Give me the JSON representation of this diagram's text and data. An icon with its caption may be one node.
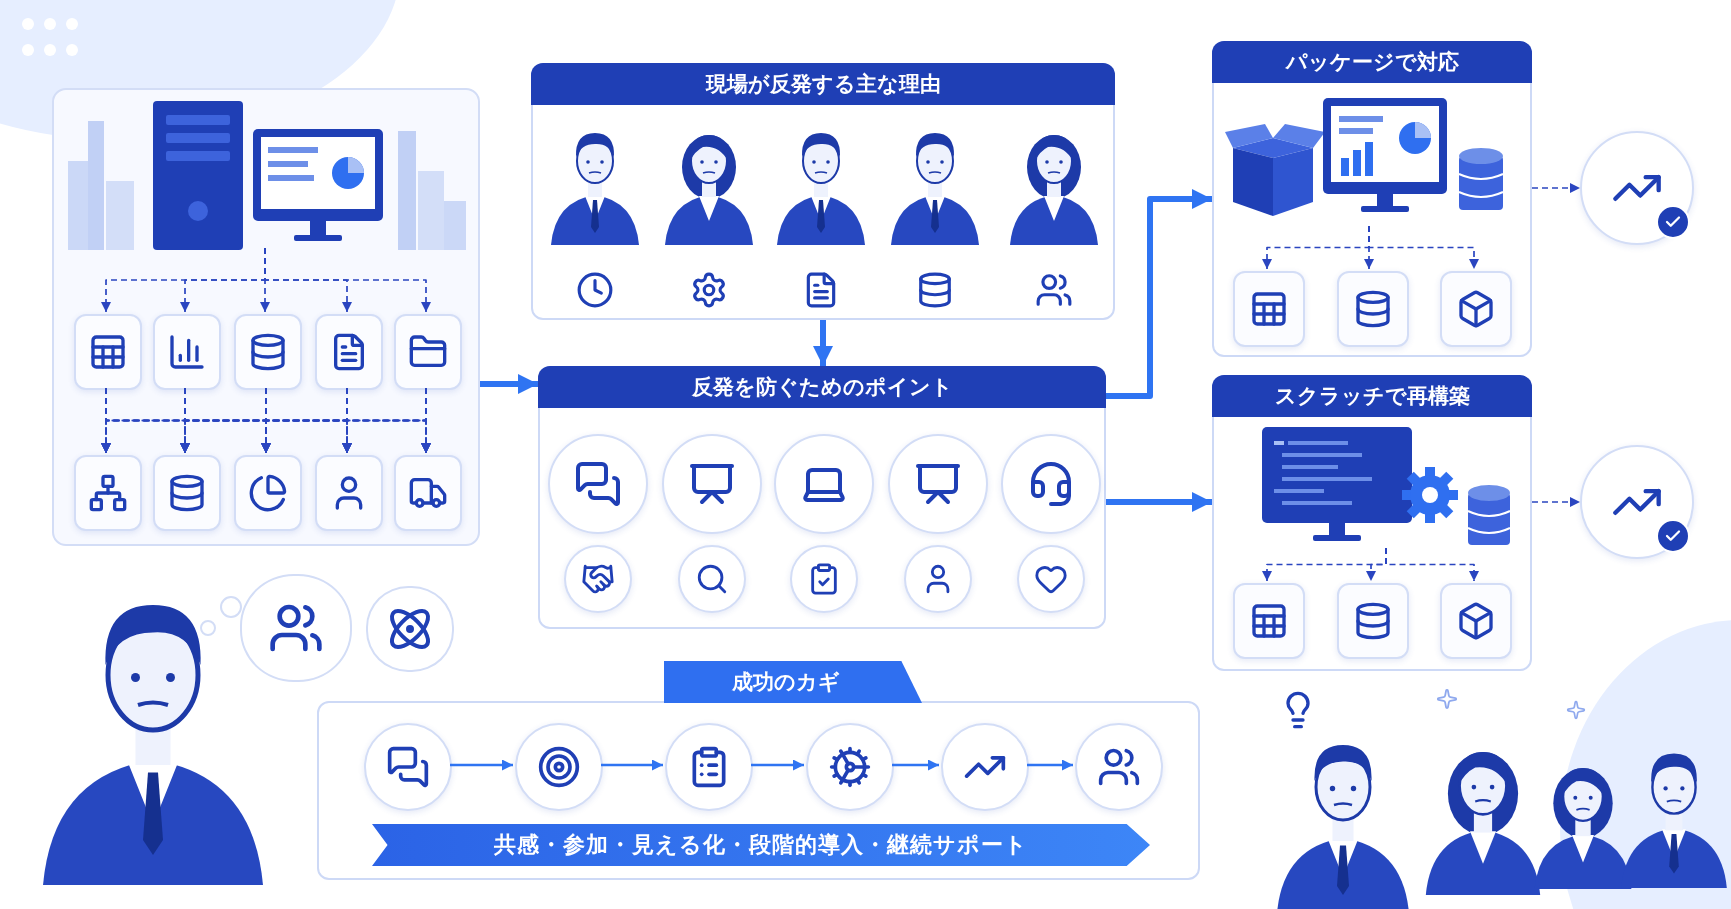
{
  "diagram": {
    "nodes": [
      {
        "text": [],
        "shape": "box"
      },
      {
        "text": [],
        "shape": "picture",
        "in": 0
      },
      {
        "text": [],
        "shape": "box",
        "in": 0
      },
      {
        "text": [],
        "shape": "box",
        "in": 0
      },
      {
        "text": [],
        "shape": "box",
        "in": 0
      },
      {
        "text": [],
        "shape": "box",
        "in": 0
      },
      {
        "text": [],
        "shape": "box",
        "in": 0
      },
      {
        "text": [],
        "shape": "box",
        "in": 0
      },
      {
        "text": [],
        "shape": "box",
        "in": 0
      },
      {
        "text": [],
        "shape": "box",
        "in": 0
      },
      {
        "text": [],
        "shape": "box",
        "in": 0
      },
      {
        "text": [],
        "shape": "box",
        "in": 0
      },
      {
        "text": [
          "現場が反発する主な理由"
        ]
      },
      {
        "text": [
          "反発を防ぐためのポイント"
        ]
      },
      {
        "text": [
          "パッケージで対応"
        ]
      },
      {
        "text": [],
        "shape": "picture",
        "in": 14
      },
      {
        "text": [],
        "shape": "box",
        "in": 14
      },
      {
        "text": [],
        "shape": "box",
        "in": 14
      },
      {
        "text": [],
        "shape": "box",
        "in": 14
      },
      {
        "text": [],
        "shape": "circle"
      },
      {
        "text": [
          "スクラッチで再構築"
        ]
      },
      {
        "text": [],
        "shape": "picture",
        "in": 20
      },
      {
        "text": [],
        "shape": "box",
        "in": 20
      },
      {
        "text": [],
        "shape": "box",
        "in": 20
      },
      {
        "text": [],
        "shape": "box",
        "in": 20
      },
      {
        "text": [],
        "shape": "circle"
      },
      {
        "text": [
          "成功のカギ"
        ]
      },
      {
        "text": [],
        "shape": "circle",
        "in": 26
      },
      {
        "text": [],
        "shape": "circle",
        "in": 26
      },
      {
        "text": [],
        "shape": "circle",
        "in": 26
      },
      {
        "text": [],
        "shape": "circle",
        "in": 26
      },
      {
        "text": [],
        "shape": "circle",
        "in": 26
      },
      {
        "text": [],
        "shape": "circle",
        "in": 26
      },
      {
        "text": [
          "共感・参加・見える化・段階的導入・継続サポート"
        ],
        "in": 26
      }
    ],
    "edges": [
      {
        "from": 1,
        "to": 2,
        "arrow": "to",
        "style": "dashed"
      },
      {
        "from": 1,
        "to": 3,
        "arrow": "to",
        "style": "dashed"
      },
      {
        "from": 1,
        "to": 4,
        "arrow": "to",
        "style": "dashed"
      },
      {
        "from": 1,
        "to": 5,
        "arrow": "to",
        "style": "dashed"
      },
      {
        "from": 1,
        "to": 6,
        "arrow": "to",
        "style": "dashed"
      },
      {
        "from": 2,
        "to": 7,
        "arrow": "to",
        "style": "dashed"
      },
      {
        "from": 2,
        "to": 8,
        "arrow": "to",
        "style": "dashed"
      },
      {
        "from": 2,
        "to": 9,
        "arrow": "to",
        "style": "dashed"
      },
      {
        "from": 2,
        "to": 10,
        "arrow": "to",
        "style": "dashed"
      },
      {
        "from": 2,
        "to": 11,
        "arrow": "to",
        "style": "dashed"
      },
      {
        "from": 3,
        "to": 7,
        "arrow": "to",
        "style": "dashed"
      },
      {
        "from": 3,
        "to": 8,
        "arrow": "to",
        "style": "dashed"
      },
      {
        "from": 3,
        "to": 9,
        "arrow": "to",
        "style": "dashed"
      },
      {
        "from": 3,
        "to": 10,
        "arrow": "to",
        "style": "dashed"
      },
      {
        "from": 3,
        "to": 11,
        "arrow": "to",
        "style": "dashed"
      },
      {
        "from": 4,
        "to": 7,
        "arrow": "to",
        "style": "dashed"
      },
      {
        "from": 4,
        "to": 8,
        "arrow": "to",
        "style": "dashed"
      },
      {
        "from": 4,
        "to": 9,
        "arrow": "to",
        "style": "dashed"
      },
      {
        "from": 4,
        "to": 10,
        "arrow": "to",
        "style": "dashed"
      },
      {
        "from": 4,
        "to": 11,
        "arrow": "to",
        "style": "dashed"
      },
      {
        "from": 5,
        "to": 7,
        "arrow": "to",
        "style": "dashed"
      },
      {
        "from": 5,
        "to": 8,
        "arrow": "to",
        "style": "dashed"
      },
      {
        "from": 5,
        "to": 9,
        "arrow": "to",
        "style": "dashed"
      },
      {
        "from": 5,
        "to": 10,
        "arrow": "to",
        "style": "dashed"
      },
      {
        "from": 5,
        "to": 11,
        "arrow": "to",
        "style": "dashed"
      },
      {
        "from": 6,
        "to": 7,
        "arrow": "to",
        "style": "dashed"
      },
      {
        "from": 6,
        "to": 8,
        "arrow": "to",
        "style": "dashed"
      },
      {
        "from": 6,
        "to": 9,
        "arrow": "to",
        "style": "dashed"
      },
      {
        "from": 6,
        "to": 10,
        "arrow": "to",
        "style": "dashed"
      },
      {
        "from": 6,
        "to": 11,
        "arrow": "to",
        "style": "dashed"
      },
      {
        "from": 0,
        "to": 13,
        "arrow": "to",
        "style": "thick",
        "color": "#2f74f2"
      },
      {
        "from": 12,
        "to": 13,
        "arrow": "to",
        "style": "thick",
        "color": "#2f74f2"
      },
      {
        "from": 13,
        "to": 14,
        "arrow": "to",
        "style": "thick",
        "color": "#2f74f2"
      },
      {
        "from": 13,
        "to": 20,
        "arrow": "to",
        "style": "thick",
        "color": "#2f74f2"
      },
      {
        "from": 15,
        "to": 16,
        "arrow": "to",
        "style": "dashed"
      },
      {
        "from": 15,
        "to": 17,
        "arrow": "to",
        "style": "dashed"
      },
      {
        "from": 15,
        "to": 18,
        "arrow": "to",
        "style": "dashed"
      },
      {
        "from": 14,
        "to": 19,
        "arrow": "to",
        "style": "dashed"
      },
      {
        "from": 21,
        "to": 22,
        "arrow": "to",
        "style": "dashed"
      },
      {
        "from": 21,
        "to": 23,
        "arrow": "to",
        "style": "dashed"
      },
      {
        "from": 21,
        "to": 24,
        "arrow": "to",
        "style": "dashed"
      },
      {
        "from": 20,
        "to": 25,
        "arrow": "to",
        "style": "dashed"
      },
      {
        "from": 27,
        "to": 28,
        "arrow": "to",
        "color": "#2f74f2"
      },
      {
        "from": 28,
        "to": 29,
        "arrow": "to",
        "color": "#2f74f2"
      },
      {
        "from": 29,
        "to": 30,
        "arrow": "to",
        "color": "#2f74f2"
      },
      {
        "from": 30,
        "to": 31,
        "arrow": "to",
        "color": "#2f74f2"
      },
      {
        "from": 31,
        "to": 32,
        "arrow": "to",
        "color": "#2f74f2"
      }
    ]
  }
}
